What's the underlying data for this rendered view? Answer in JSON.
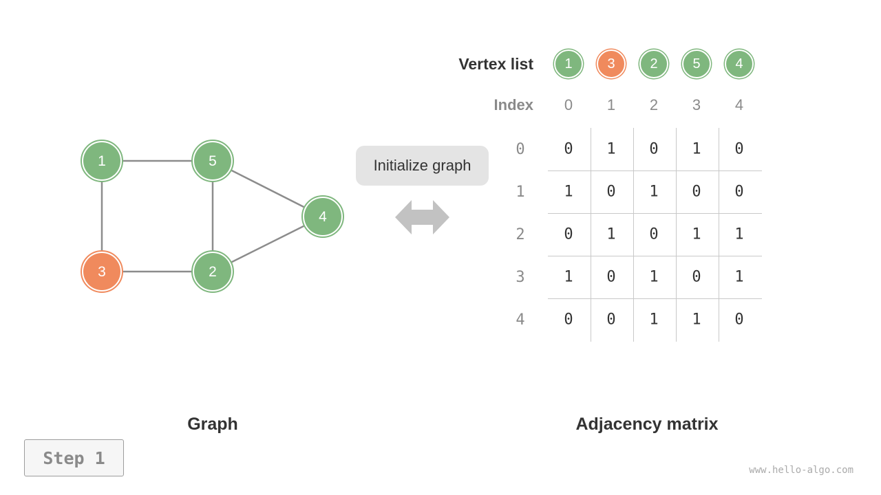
{
  "colors": {
    "vertex": "#7fb77e",
    "highlight": "#f08a5d",
    "edge": "#8c8c8c",
    "op_box": "#e4e4e4"
  },
  "graph": {
    "caption": "Graph",
    "nodes": [
      {
        "label": "1",
        "highlight": false
      },
      {
        "label": "5",
        "highlight": false
      },
      {
        "label": "4",
        "highlight": false
      },
      {
        "label": "3",
        "highlight": true
      },
      {
        "label": "2",
        "highlight": false
      }
    ],
    "edges": [
      [
        "1",
        "5"
      ],
      [
        "1",
        "3"
      ],
      [
        "5",
        "2"
      ],
      [
        "5",
        "4"
      ],
      [
        "3",
        "2"
      ],
      [
        "2",
        "4"
      ]
    ]
  },
  "operation": {
    "label": "Initialize graph",
    "arrow_icon": "double-arrow-icon"
  },
  "matrix": {
    "caption": "Adjacency matrix",
    "vertex_list_label": "Vertex list",
    "index_label": "Index",
    "vertex_list": [
      {
        "label": "1",
        "highlight": false
      },
      {
        "label": "3",
        "highlight": true
      },
      {
        "label": "2",
        "highlight": false
      },
      {
        "label": "5",
        "highlight": false
      },
      {
        "label": "4",
        "highlight": false
      }
    ],
    "column_indices": [
      "0",
      "1",
      "2",
      "3",
      "4"
    ],
    "row_indices": [
      "0",
      "1",
      "2",
      "3",
      "4"
    ],
    "cells": [
      [
        "0",
        "1",
        "0",
        "1",
        "0"
      ],
      [
        "1",
        "0",
        "1",
        "0",
        "0"
      ],
      [
        "0",
        "1",
        "0",
        "1",
        "1"
      ],
      [
        "1",
        "0",
        "1",
        "0",
        "1"
      ],
      [
        "0",
        "0",
        "1",
        "1",
        "0"
      ]
    ]
  },
  "step_label": "Step 1",
  "footer": "www.hello-algo.com"
}
